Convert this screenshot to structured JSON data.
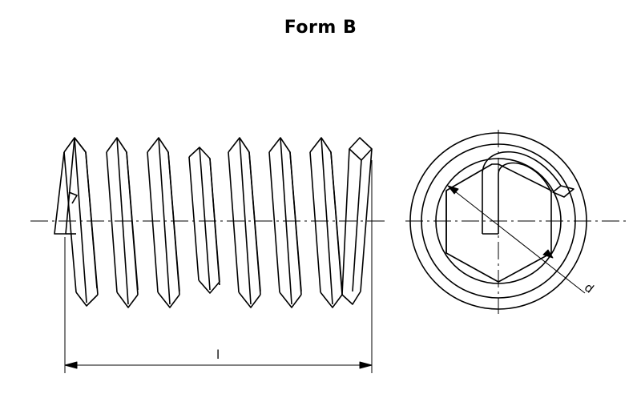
{
  "title": "Form B",
  "dimensions": {
    "length_label": "l",
    "diameter_label": "d"
  }
}
